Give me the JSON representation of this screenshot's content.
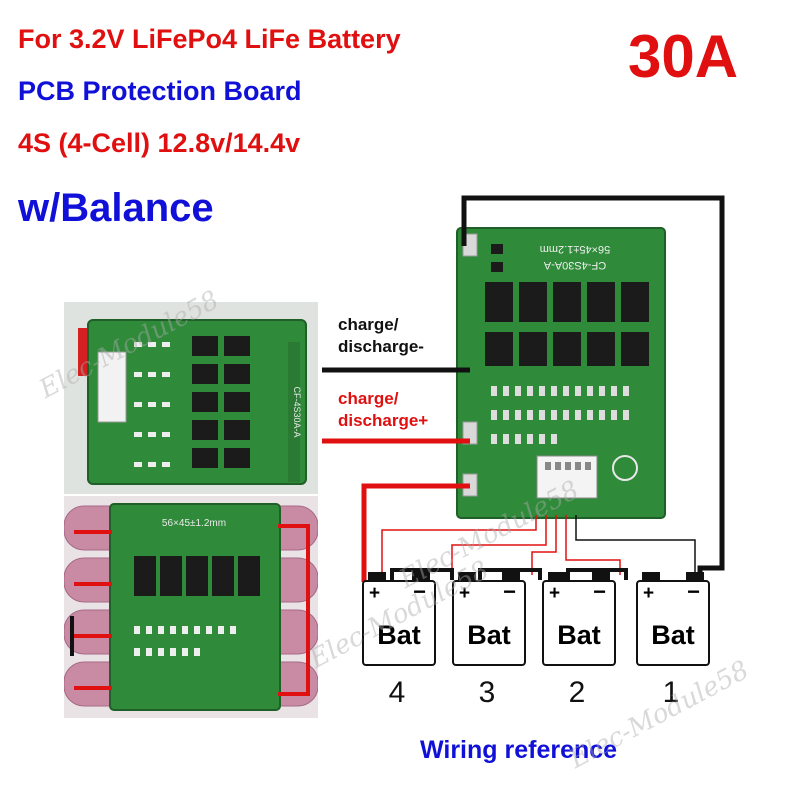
{
  "header": {
    "line1": "For 3.2V LiFePo4 LiFe Battery",
    "line2": "PCB Protection Board",
    "line3": "4S (4-Cell) 12.8v/14.4v",
    "line4": "w/Balance",
    "rating": "30A"
  },
  "board_labels": {
    "silk_top": "56×45±1.2mm",
    "silk_model": "CF-4S30A-A"
  },
  "wiring": {
    "neg_label": "charge/\ndischarge-",
    "pos_label": "charge/\ndischarge+",
    "caption": "Wiring reference"
  },
  "batteries": [
    {
      "name": "Bat",
      "plus": "+",
      "minus": "−",
      "number": "4"
    },
    {
      "name": "Bat",
      "plus": "+",
      "minus": "−",
      "number": "3"
    },
    {
      "name": "Bat",
      "plus": "+",
      "minus": "−",
      "number": "2"
    },
    {
      "name": "Bat",
      "plus": "+",
      "minus": "−",
      "number": "1"
    }
  ],
  "watermarks": [
    "Elec-Module58",
    "Elec-Module58",
    "Elec-Module58",
    "Elec-Module58"
  ],
  "colors": {
    "title_red": "#e01010",
    "title_blue": "#1010d8",
    "pcb_green": "#2f8a3a",
    "wire_red": "#e01010"
  }
}
